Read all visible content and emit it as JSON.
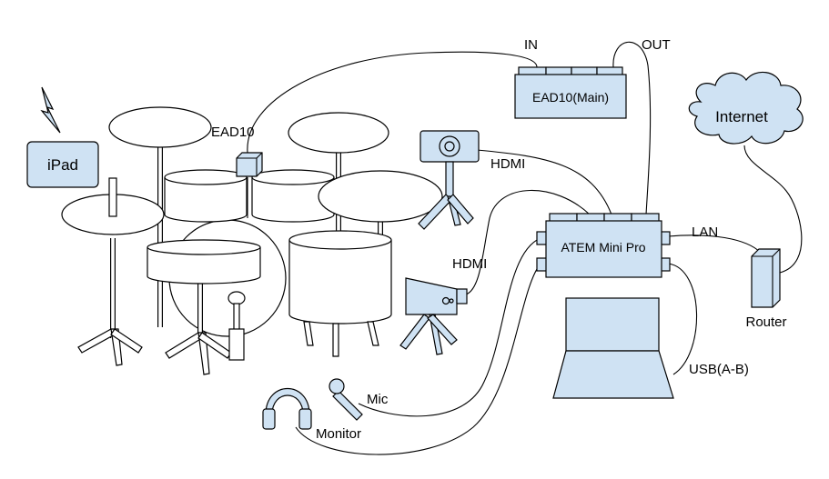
{
  "labels": {
    "ipad": "iPad",
    "ead10_sensor": "EAD10",
    "in": "IN",
    "out": "OUT",
    "ead10_main": "EAD10(Main)",
    "hdmi_top": "HDMI",
    "hdmi_left": "HDMI",
    "atem": "ATEM Mini Pro",
    "lan": "LAN",
    "internet": "Internet",
    "router": "Router",
    "usb": "USB(A-B)",
    "mic": "Mic",
    "monitor": "Monitor"
  },
  "colors": {
    "device_fill": "#cfe2f3",
    "stroke": "#000000",
    "background": "#ffffff"
  },
  "icons": {
    "wireless": "lightning-icon",
    "camera": "camera-icon",
    "microphone": "microphone-icon",
    "headphones": "headphones-icon",
    "laptop": "laptop-icon",
    "cloud": "cloud-icon"
  }
}
